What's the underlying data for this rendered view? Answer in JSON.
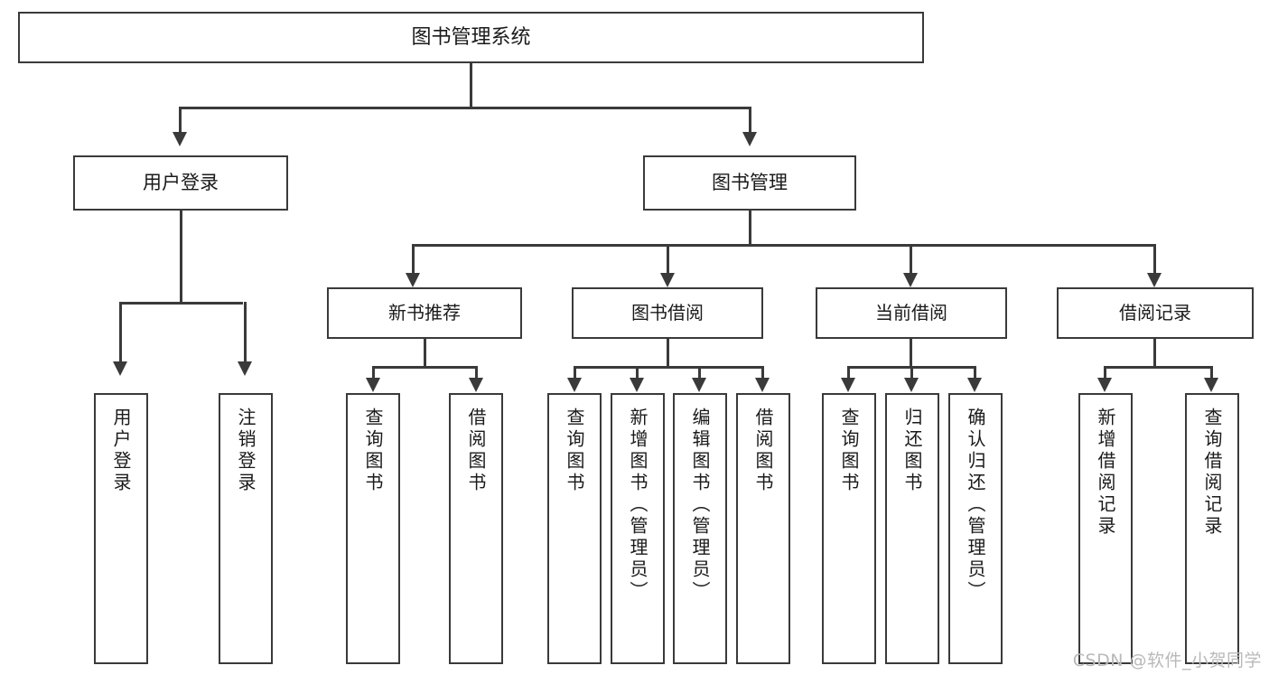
{
  "diagram": {
    "type": "tree",
    "title": "图书管理系统",
    "root": {
      "label": "图书管理系统"
    },
    "level2": [
      {
        "label": "用户登录"
      },
      {
        "label": "图书管理"
      }
    ],
    "level3": [
      {
        "label": "新书推荐"
      },
      {
        "label": "图书借阅"
      },
      {
        "label": "当前借阅"
      },
      {
        "label": "借阅记录"
      }
    ],
    "leaves": {
      "user_login": [
        {
          "label": "用户登录"
        },
        {
          "label": "注销登录"
        }
      ],
      "new_book": [
        {
          "label": "查询图书"
        },
        {
          "label": "借阅图书"
        }
      ],
      "book_borrow": [
        {
          "label": "查询图书"
        },
        {
          "label": "新增图书（管理员）"
        },
        {
          "label": "编辑图书（管理员）"
        },
        {
          "label": "借阅图书"
        }
      ],
      "current_borrow": [
        {
          "label": "查询图书"
        },
        {
          "label": "归还图书"
        },
        {
          "label": "确认归还（管理员）"
        }
      ],
      "borrow_record": [
        {
          "label": "新增借阅记录"
        },
        {
          "label": "查询借阅记录"
        }
      ]
    }
  },
  "watermark": {
    "text": "CSDN @软件_小贺同学"
  },
  "colors": {
    "stroke": "#3a3a3a",
    "background": "#ffffff",
    "text": "#1a1a1a",
    "watermark": "#b9b9b9"
  }
}
